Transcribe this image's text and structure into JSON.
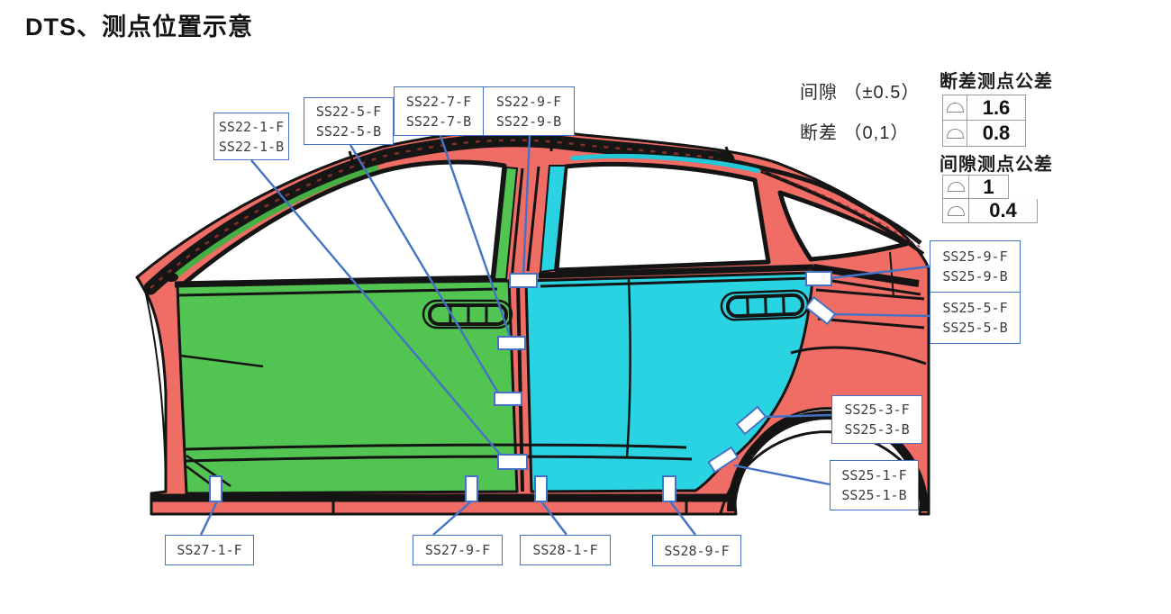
{
  "title": "DTS、测点位置示意",
  "annotations": {
    "gap_spec": "间隙 （±0.5）",
    "flush_spec": "断差 （0,1）",
    "flush_tolerance_title": "断差测点公差",
    "flush_tolerance_values": [
      "1.6",
      "0.8"
    ],
    "gap_tolerance_title": "间隙测点公差",
    "gap_tolerance_values": [
      "1",
      "0.4"
    ],
    "tolerance_icon": "dome-profile-icon"
  },
  "labels": {
    "ss22_1": [
      "SS22-1-F",
      "SS22-1-B"
    ],
    "ss22_5": [
      "SS22-5-F",
      "SS22-5-B"
    ],
    "ss22_7": [
      "SS22-7-F",
      "SS22-7-B"
    ],
    "ss22_9": [
      "SS22-9-F",
      "SS22-9-B"
    ],
    "ss25_9": [
      "SS25-9-F",
      "SS25-9-B"
    ],
    "ss25_5": [
      "SS25-5-F",
      "SS25-5-B"
    ],
    "ss25_3": [
      "SS25-3-F",
      "SS25-3-B"
    ],
    "ss25_1": [
      "SS25-1-F",
      "SS25-1-B"
    ],
    "ss27_1": [
      "SS27-1-F"
    ],
    "ss27_9": [
      "SS27-9-F"
    ],
    "ss28_1": [
      "SS28-1-F"
    ],
    "ss28_9": [
      "SS28-9-F"
    ]
  },
  "colors": {
    "callout_blue": "#4472C4",
    "body_red": "#EF6D64",
    "front_door_green": "#52C452",
    "rear_door_cyan": "#29D3E2",
    "outline_black": "#141414"
  }
}
